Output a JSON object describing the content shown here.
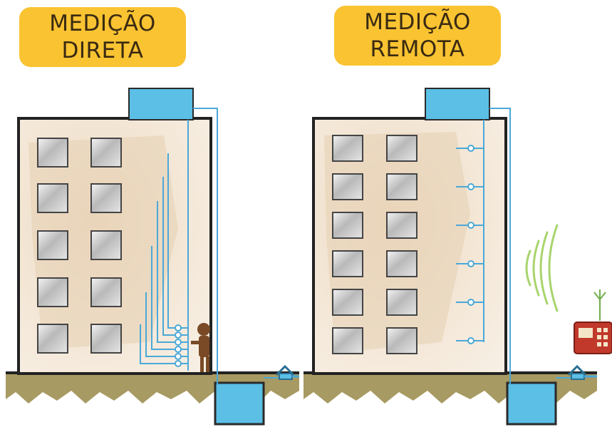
{
  "panels": [
    {
      "title_line1": "MEDIÇÃO",
      "title_line2": "DIRETA"
    },
    {
      "title_line1": "MEDIÇÃO",
      "title_line2": "REMOTA"
    }
  ],
  "colors": {
    "badge": "#f9c332",
    "water": "#5bbfe6",
    "pipe": "#4aa8d8",
    "wall": "#e9d7c0",
    "ground": "#a79a62",
    "outline": "#222222",
    "signal": "#a9d46c",
    "reader": "#c0392b"
  }
}
